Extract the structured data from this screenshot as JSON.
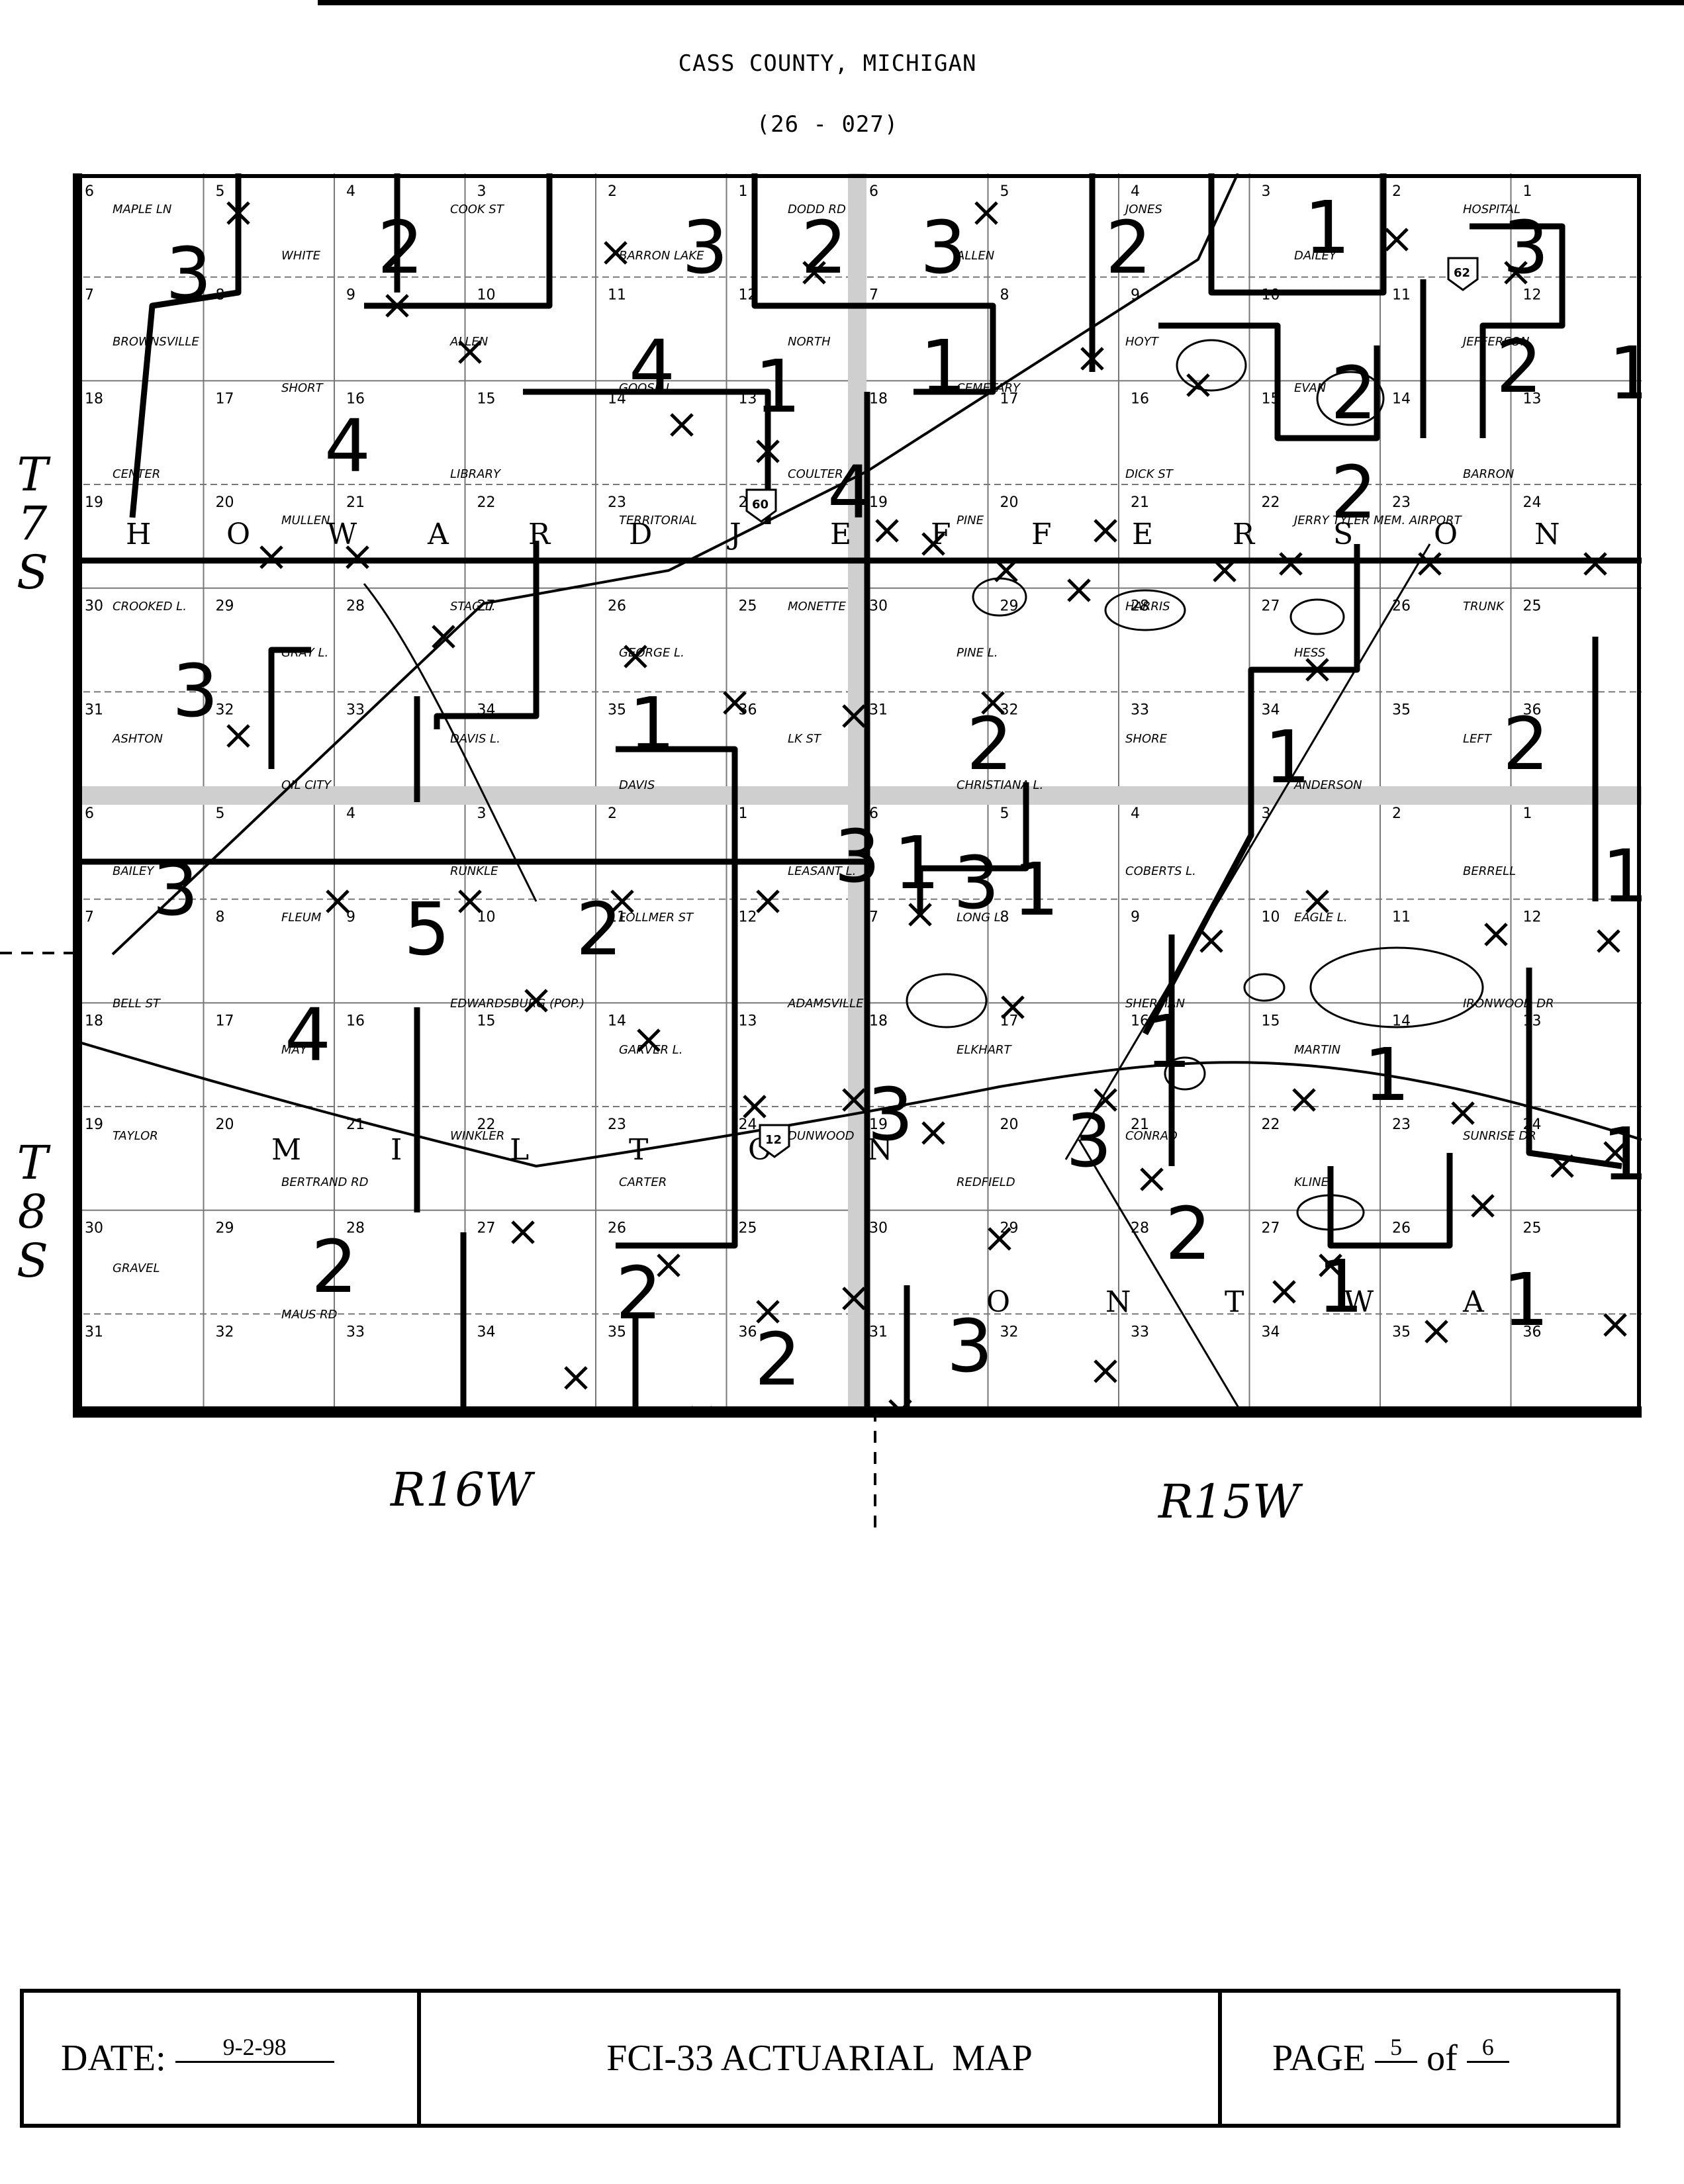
{
  "header": {
    "title": "CASS COUNTY, MICHIGAN",
    "code": "(26 - 027)"
  },
  "map": {
    "range_left": "R16W",
    "range_right": "R15W",
    "township_top": [
      "T",
      "7",
      "S"
    ],
    "township_bottom": [
      "T",
      "8",
      "S"
    ],
    "township_names_top": [
      "H",
      "O",
      "W",
      "A",
      "R",
      "D",
      "J",
      "E",
      "F",
      "F",
      "E",
      "R",
      "S",
      "O",
      "N"
    ],
    "township_names_bottom": [
      "M",
      "I",
      "L",
      "T",
      "O",
      "N",
      "O",
      "N",
      "T",
      "W",
      "A"
    ],
    "zone_numbers": [
      "3",
      "2",
      "3",
      "2",
      "3",
      "2",
      "1",
      "3",
      "4",
      "1",
      "1",
      "2",
      "2",
      "1",
      "4",
      "4",
      "2",
      "3",
      "1",
      "2",
      "1",
      "2",
      "3",
      "1",
      "3",
      "1",
      "5",
      "2",
      "1",
      "3",
      "4",
      "3",
      "1",
      "2",
      "2",
      "2",
      "1",
      "1",
      "3",
      "2",
      "3",
      "1",
      "1"
    ],
    "section_numbers": [
      "6",
      "5",
      "4",
      "3",
      "2",
      "1",
      "7",
      "8",
      "9",
      "10",
      "11",
      "12",
      "18",
      "17",
      "16",
      "15",
      "14",
      "13",
      "19",
      "20",
      "21",
      "22",
      "23",
      "24",
      "30",
      "29",
      "28",
      "27",
      "26",
      "25",
      "31",
      "32",
      "33",
      "34",
      "35",
      "36"
    ],
    "roads": [
      "MAPLE LN",
      "WHITE",
      "COOK ST",
      "BARRON LAKE",
      "DODD RD",
      "ALLEN",
      "JONES",
      "DAILEY",
      "HOSPITAL",
      "BROWNSVILLE",
      "SHORT",
      "ALLEN",
      "GOOSE L.",
      "NORTH",
      "CEMETARY",
      "HOYT",
      "EVAN",
      "JEFFERSON",
      "CENTER",
      "MULLEN",
      "LIBRARY",
      "TERRITORIAL",
      "COULTER",
      "PINE",
      "DICK ST",
      "JERRY TYLER MEM. AIRPORT",
      "BARRON",
      "CROOKED L.",
      "GRAY L.",
      "STAG L.",
      "GEORGE L.",
      "MONETTE",
      "PINE L.",
      "HARRIS",
      "HESS",
      "TRUNK",
      "ASHTON",
      "OIL CITY",
      "DAVIS L.",
      "DAVIS",
      "LK ST",
      "CHRISTIANA L.",
      "SHORE",
      "ANDERSON",
      "LEFT",
      "BAILEY",
      "FLEUM",
      "RUNKLE",
      "FOLLMER ST",
      "LEASANT L.",
      "LONG L.",
      "COBERTS L.",
      "EAGLE L.",
      "BERRELL",
      "BELL ST",
      "MAY",
      "EDWARDSBURG (POP.)",
      "GARVER L.",
      "ADAMSVILLE",
      "ELKHART",
      "SHERMAN",
      "MARTIN",
      "IRONWOOD DR",
      "TAYLOR",
      "BERTRAND RD",
      "WINKLER",
      "CARTER",
      "DUNWOOD",
      "REDFIELD",
      "CONRAD",
      "KLINE",
      "SUNRISE DR",
      "GRAVEL",
      "MAUS RD"
    ],
    "highways": [
      "60",
      "12",
      "62"
    ]
  },
  "footer": {
    "date_label": "DATE:",
    "date_value": "9-2-98",
    "doc_title": "FCI-33 ACTUARIAL  MAP",
    "page_label": "PAGE",
    "page_num": "5",
    "page_of": "of",
    "page_total": "6"
  }
}
